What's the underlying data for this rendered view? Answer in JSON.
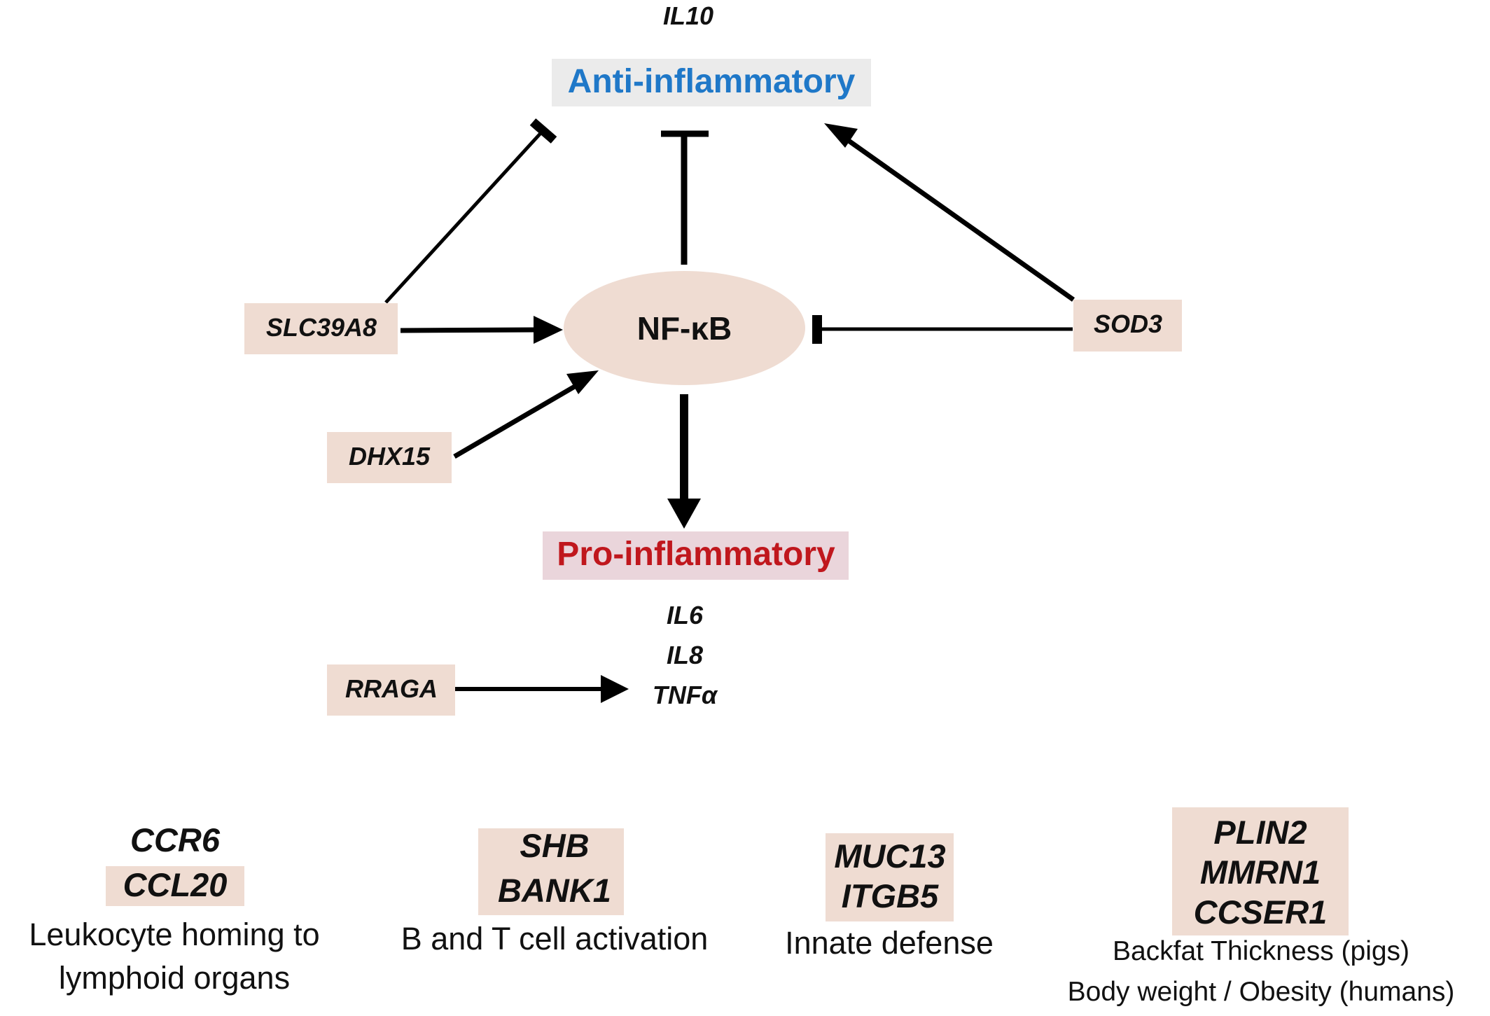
{
  "network": {
    "top_cytokine": "IL10",
    "anti_inflammatory": {
      "label": "Anti-inflammatory",
      "color": "#1f78c8"
    },
    "central_node": "NF-κB",
    "pro_inflammatory": {
      "label": "Pro-inflammatory",
      "color": "#c0171d"
    },
    "pro_cytokines": [
      "IL6",
      "IL8",
      "TNFα"
    ],
    "genes": {
      "slc39a8": "SLC39A8",
      "dhx15": "DHX15",
      "sod3": "SOD3",
      "rraga": "RRAGA"
    },
    "edges": [
      {
        "from": "SLC39A8",
        "to": "Anti-inflammatory",
        "type": "inhibition"
      },
      {
        "from": "NF-κB",
        "to": "Anti-inflammatory",
        "type": "inhibition"
      },
      {
        "from": "SOD3",
        "to": "Anti-inflammatory",
        "type": "activation"
      },
      {
        "from": "SLC39A8",
        "to": "NF-κB",
        "type": "activation"
      },
      {
        "from": "SOD3",
        "to": "NF-κB",
        "type": "inhibition"
      },
      {
        "from": "DHX15",
        "to": "NF-κB",
        "type": "activation"
      },
      {
        "from": "NF-κB",
        "to": "Pro-inflammatory",
        "type": "activation"
      },
      {
        "from": "RRAGA",
        "to": "IL6 / IL8 / TNFα",
        "type": "activation"
      }
    ]
  },
  "groups": [
    {
      "genes": [
        "CCR6",
        "CCL20"
      ],
      "highlighted": [
        "CCL20"
      ],
      "description": [
        "Leukocyte homing to",
        "lymphoid organs"
      ]
    },
    {
      "genes": [
        "SHB",
        "BANK1"
      ],
      "highlighted": [
        "SHB",
        "BANK1"
      ],
      "description": [
        "B and T cell activation"
      ]
    },
    {
      "genes": [
        "MUC13",
        "ITGB5"
      ],
      "highlighted": [
        "MUC13",
        "ITGB5"
      ],
      "description": [
        "Innate defense"
      ]
    },
    {
      "genes": [
        "PLIN2",
        "MMRN1",
        "CCSER1"
      ],
      "highlighted": [
        "PLIN2",
        "MMRN1",
        "CCSER1"
      ],
      "description": [
        "Backfat Thickness (pigs)",
        "Body weight / Obesity (humans)"
      ]
    }
  ]
}
